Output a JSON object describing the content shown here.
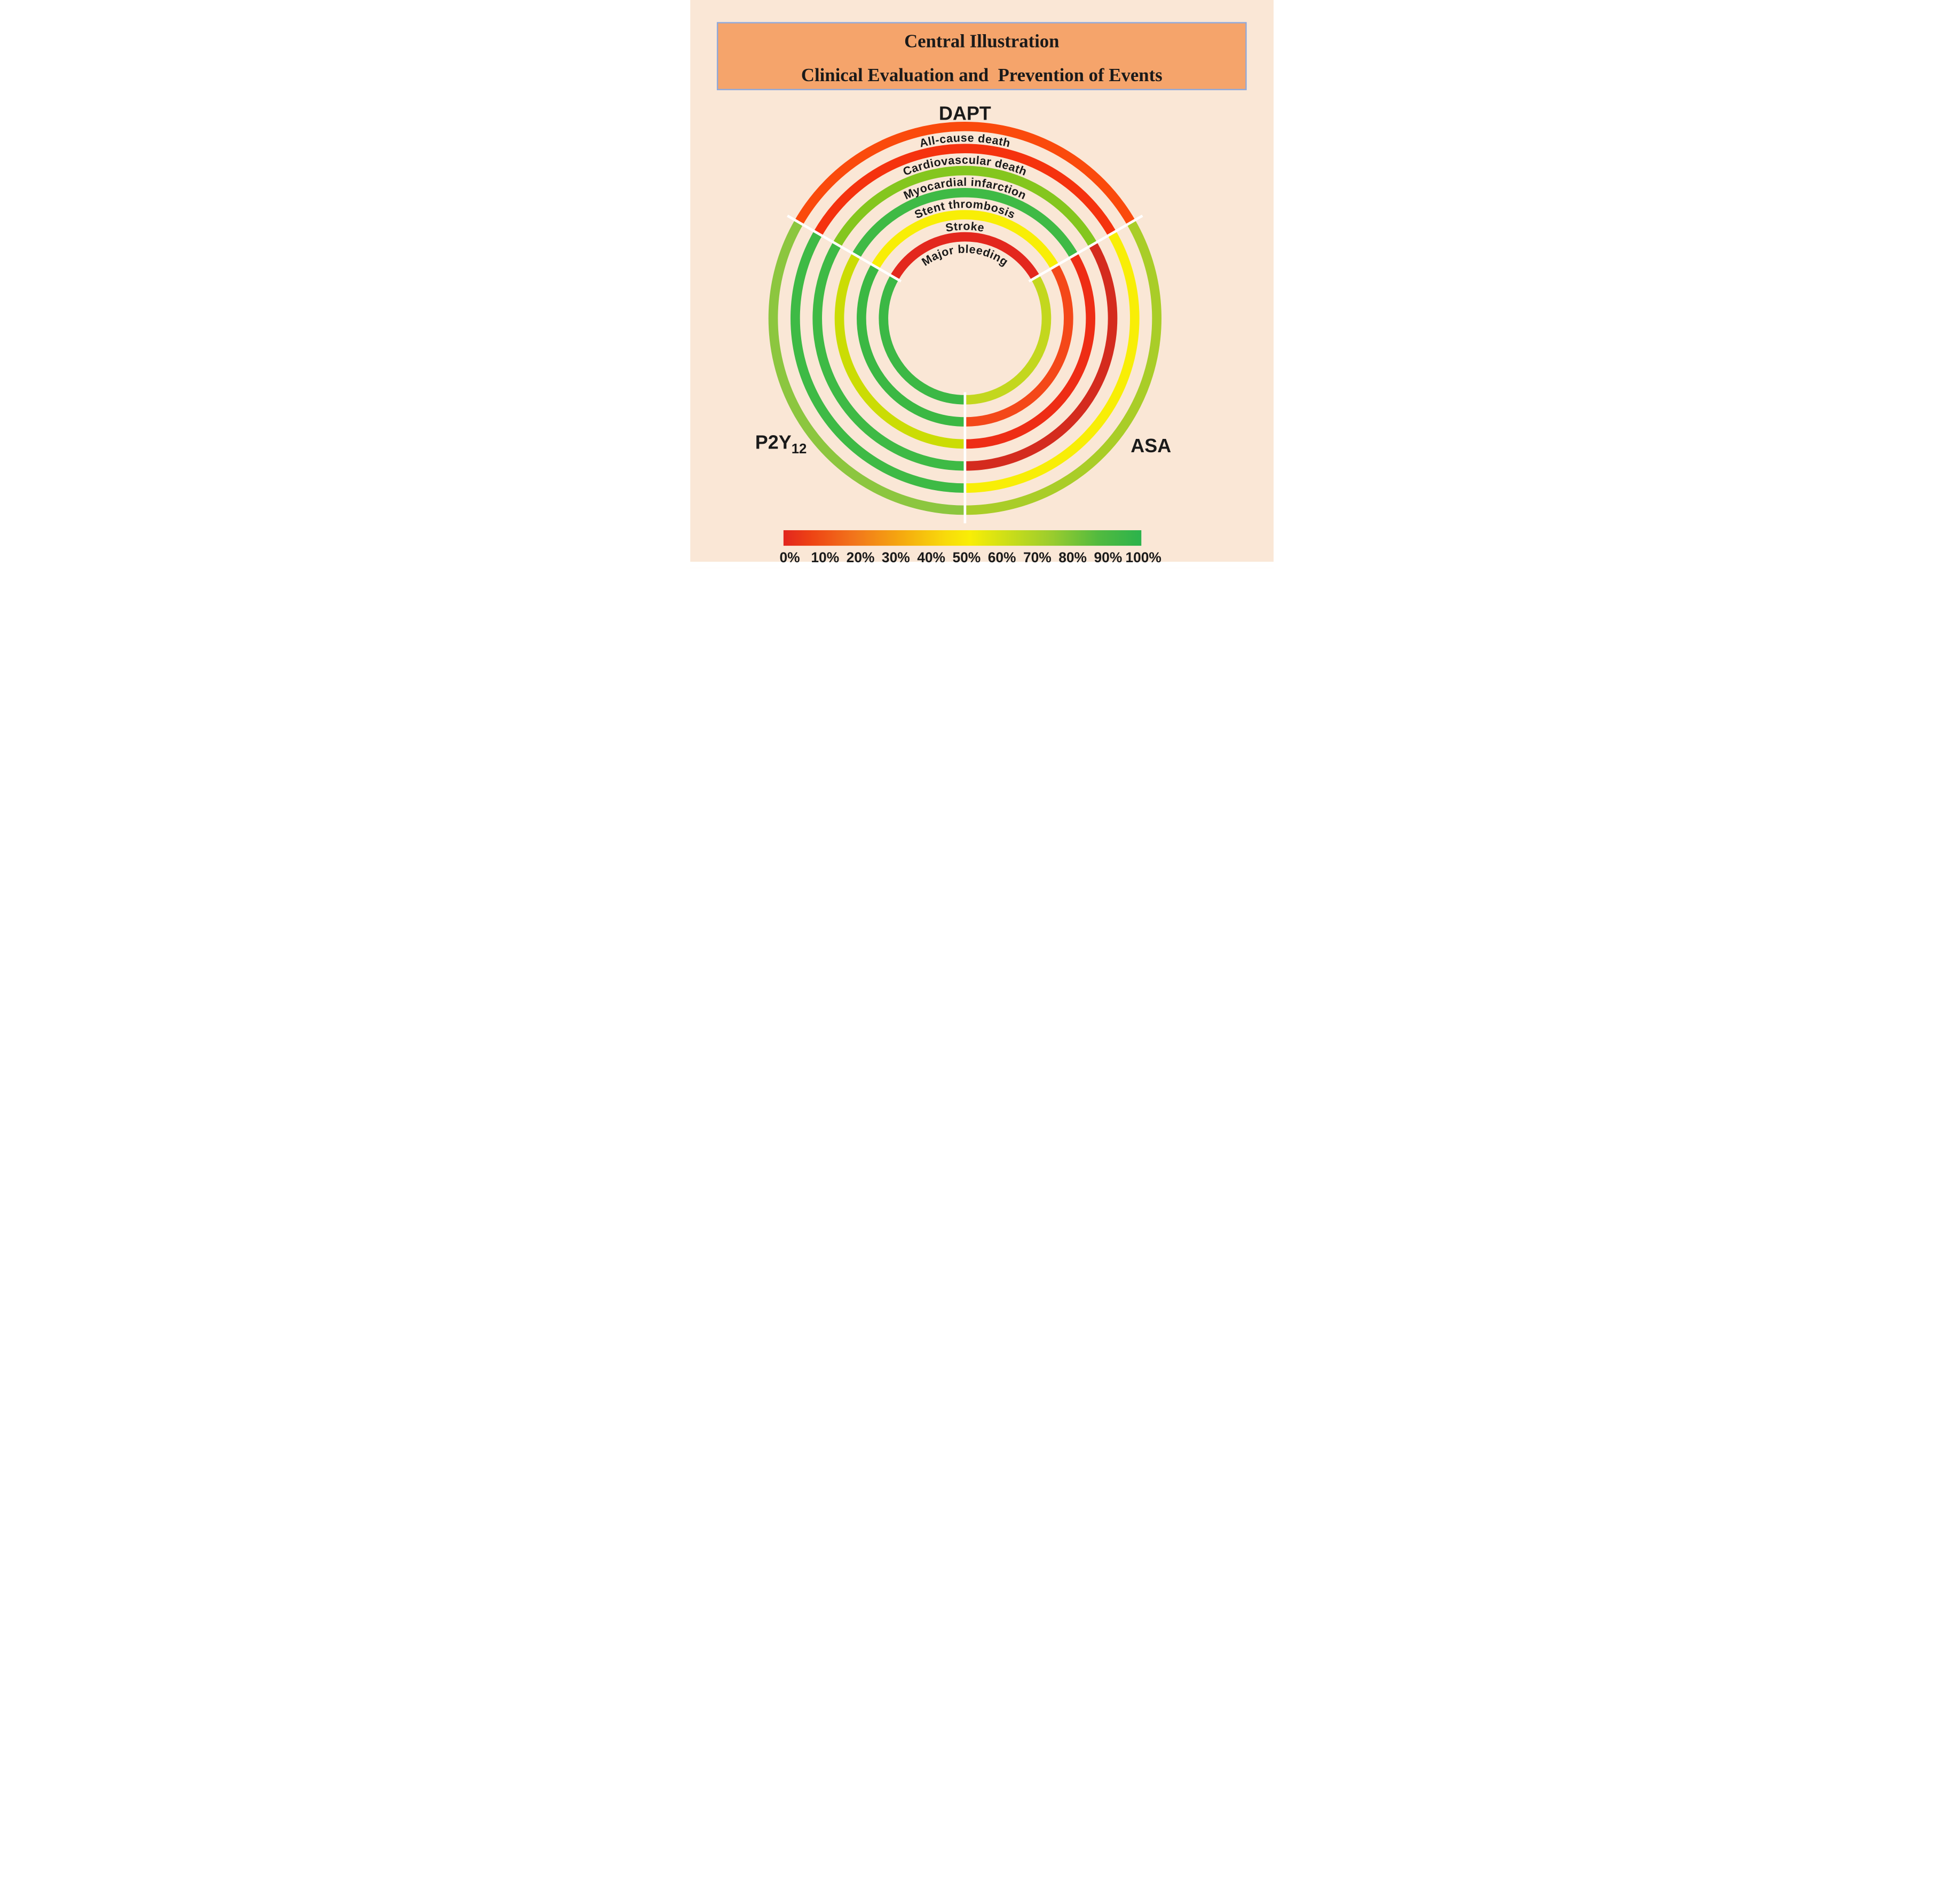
{
  "title": {
    "line1": "Central Illustration",
    "line2": "Clinical Evaluation and  Prevention of Events"
  },
  "sectors": [
    {
      "key": "dapt",
      "label": "DAPT"
    },
    {
      "key": "asa",
      "label": "ASA"
    },
    {
      "key": "p2y12",
      "label": "P2Y",
      "label_sub": "12"
    }
  ],
  "rings": [
    {
      "label": "All-cause death",
      "colors": {
        "dapt": "#fa4a0c",
        "asa": "#a9cd28",
        "p2y12": "#8cc63f"
      }
    },
    {
      "label": "Cardiovascular death",
      "colors": {
        "dapt": "#f5320e",
        "asa": "#f8ee06",
        "p2y12": "#3eba45"
      }
    },
    {
      "label": "Myocardial infarction",
      "colors": {
        "dapt": "#84c61e",
        "asa": "#d42b1e",
        "p2y12": "#3eba45"
      }
    },
    {
      "label": "Stent thrombosis",
      "colors": {
        "dapt": "#3fba45",
        "asa": "#ee2d15",
        "p2y12": "#cbdc04"
      }
    },
    {
      "label": "Stroke",
      "colors": {
        "dapt": "#f8ee06",
        "asa": "#f44819",
        "p2y12": "#3bb843"
      }
    },
    {
      "label": "Major bleeding",
      "colors": {
        "dapt": "#e3271d",
        "asa": "#c3d71e",
        "p2y12": "#3cb845"
      }
    }
  ],
  "scale": {
    "tick_labels": [
      "0%",
      "10%",
      "20%",
      "30%",
      "40%",
      "50%",
      "60%",
      "70%",
      "80%",
      "90%",
      "100%"
    ],
    "gradient": [
      {
        "offset": 0.0,
        "color": "#e2251e"
      },
      {
        "offset": 0.08,
        "color": "#ee4414"
      },
      {
        "offset": 0.2,
        "color": "#f2761b"
      },
      {
        "offset": 0.33,
        "color": "#f5a90f"
      },
      {
        "offset": 0.45,
        "color": "#f8d90b"
      },
      {
        "offset": 0.52,
        "color": "#f9ee06"
      },
      {
        "offset": 0.62,
        "color": "#cfdf17"
      },
      {
        "offset": 0.75,
        "color": "#9acc2e"
      },
      {
        "offset": 0.88,
        "color": "#52ba3f"
      },
      {
        "offset": 1.0,
        "color": "#2bb34c"
      }
    ]
  },
  "palette": {
    "background": "#fae7d6",
    "page_margin": "#ffffff",
    "title_box_fill": "#f5a46b",
    "title_box_border": "#8fa9dc",
    "title_text": "#141414",
    "label_text": "#1a1a1a",
    "divider": "#ffffff"
  },
  "chart_data": {
    "type": "heatmap",
    "title": "Central Illustration — Clinical Evaluation and Prevention of Events",
    "rings_outcomes": [
      "All-cause death",
      "Cardiovascular death",
      "Myocardial infarction",
      "Stent thrombosis",
      "Stroke",
      "Major bleeding"
    ],
    "sectors_treatments": [
      "DAPT",
      "ASA",
      "P2Y12"
    ],
    "color_scale": {
      "min_pct": 0,
      "max_pct": 100,
      "tick_labels": [
        "0%",
        "10%",
        "20%",
        "30%",
        "40%",
        "50%",
        "60%",
        "70%",
        "80%",
        "90%",
        "100%"
      ],
      "colormap": "red (0%) -> orange -> yellow (50%) -> yellow-green -> green (100%)"
    },
    "series": [
      {
        "name": "DAPT",
        "estimated_values_pct": [
          12,
          5,
          75,
          90,
          50,
          3
        ]
      },
      {
        "name": "ASA",
        "estimated_values_pct": [
          70,
          50,
          0,
          4,
          10,
          62
        ]
      },
      {
        "name": "P2Y12",
        "estimated_values_pct": [
          78,
          90,
          90,
          58,
          90,
          90
        ]
      }
    ],
    "legend_position": "bottom",
    "note": "Each concentric ring is a clinical outcome; each 120-degree sector is an antiplatelet strategy. Values are encoded only as ring color on the 0-100% red-to-green scale; numbers are estimates read from the color bar."
  }
}
